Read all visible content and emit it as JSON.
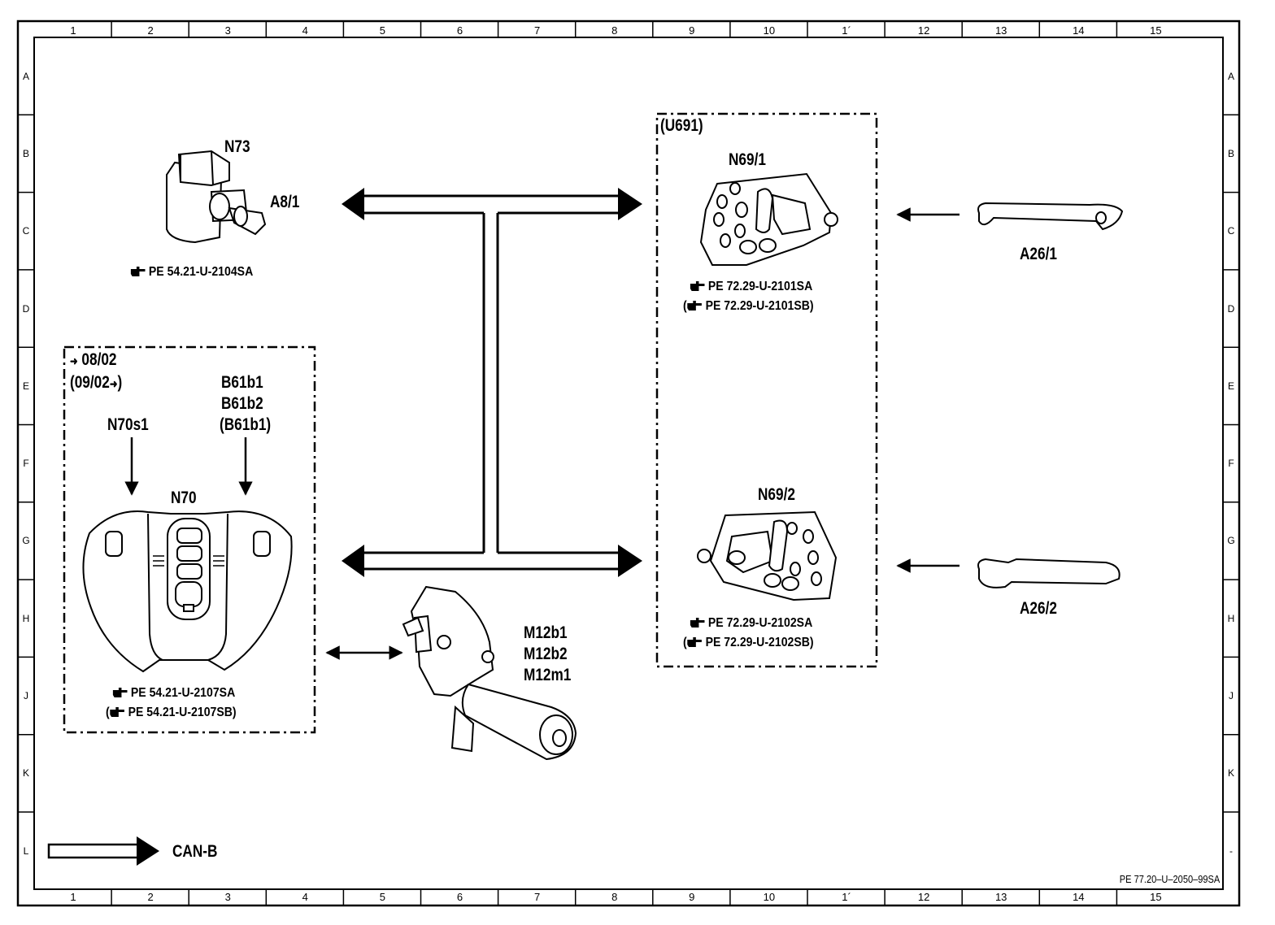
{
  "frame": {
    "columns": [
      "1",
      "2",
      "3",
      "4",
      "5",
      "6",
      "7",
      "8",
      "9",
      "10",
      "1´",
      "12",
      "13",
      "14",
      "15"
    ],
    "rows": [
      "A",
      "B",
      "C",
      "D",
      "E",
      "F",
      "G",
      "H",
      "J",
      "K",
      "L"
    ],
    "rows_right": [
      "A",
      "B",
      "C",
      "D",
      "E",
      "F",
      "G",
      "H",
      "J",
      "K",
      "-"
    ],
    "stamp": "PE 77.20–U–2050–99SA"
  },
  "components": {
    "n73": {
      "label": "N73",
      "sub_label": "A8/1",
      "ref": "PE  54.21-U-2104SA"
    },
    "n69_1": {
      "label": "N69/1",
      "ref": "PE  72.29-U-2101SA",
      "ref_alt": "PE  72.29-U-2101SB"
    },
    "n69_2": {
      "label": "N69/2",
      "ref": "PE  72.29-U-2102SA",
      "ref_alt": "PE  72.29-U-2102SB"
    },
    "a26_1": {
      "label": "A26/1"
    },
    "a26_2": {
      "label": "A26/2"
    },
    "n70": {
      "label": "N70",
      "switch_label": "N70s1",
      "sensor_labels": [
        "B61b1",
        "B61b2",
        "(B61b1)"
      ],
      "ref": "PE  54.21-U-2107SA",
      "ref_alt": "PE  54.21-U-2107SB"
    },
    "m12": {
      "labels": [
        "M12b1",
        "M12b2",
        "M12m1"
      ]
    }
  },
  "groups": {
    "u691": {
      "label": "(U691)"
    },
    "n70_box": {
      "date_a": "08/02",
      "date_b": "(09/02",
      "date_b_close": ")"
    }
  },
  "legend": {
    "label": "CAN-B"
  },
  "icons": [
    "pointing-hand-icon",
    "arrow-right-icon"
  ]
}
